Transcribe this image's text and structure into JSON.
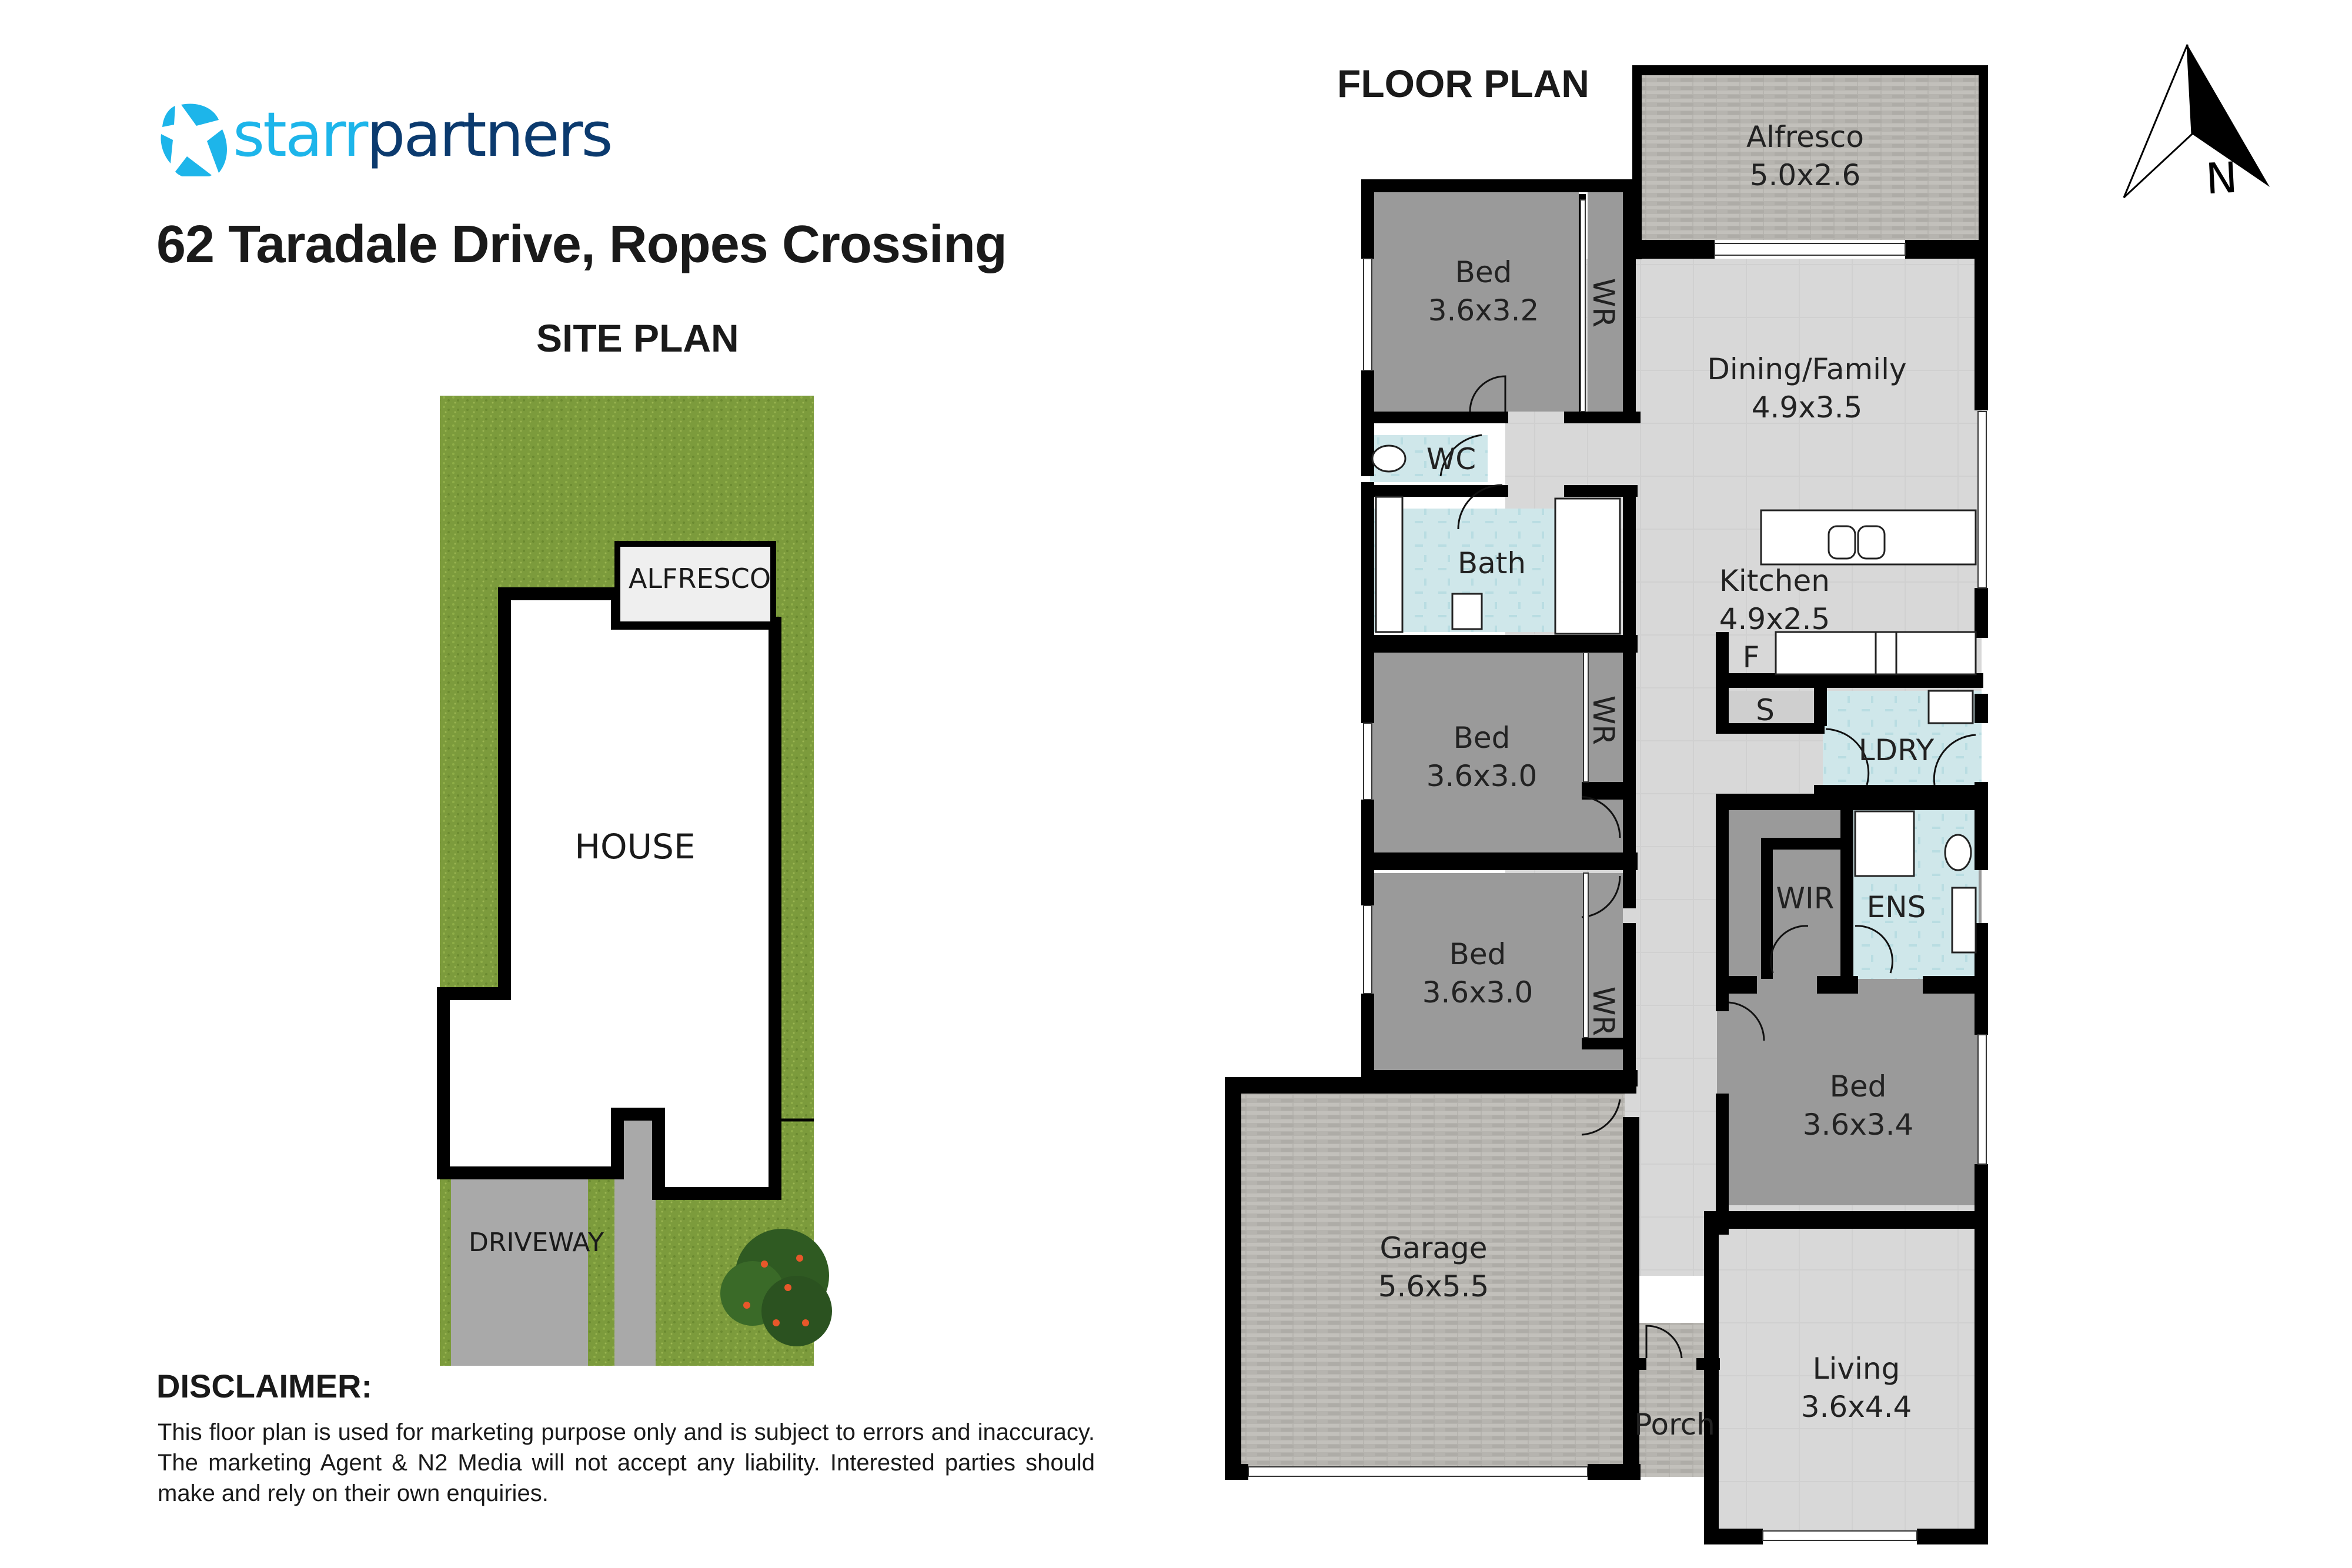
{
  "brand": {
    "name_part1": "starr",
    "name_part2": "partners",
    "colors": {
      "light_blue": "#1db5ea",
      "dark_blue": "#0b3a6e"
    }
  },
  "header": {
    "title": "62 Taradale Drive, Ropes Crossing"
  },
  "site_plan": {
    "heading": "SITE PLAN",
    "labels": {
      "alfresco": "ALFRESCO",
      "house": "HOUSE",
      "driveway": "DRIVEWAY"
    },
    "colors": {
      "grass": "#7a9a3a",
      "driveway": "#a9a9a9",
      "alfresco": "#efefef",
      "house": "#ffffff"
    }
  },
  "floor_plan": {
    "heading": "FLOOR PLAN",
    "rooms": [
      {
        "name": "Alfresco",
        "dims": "5.0x2.6"
      },
      {
        "name": "Bed",
        "dims": "3.6x3.2"
      },
      {
        "name": "Dining/Family",
        "dims": "4.9x3.5"
      },
      {
        "name": "Kitchen",
        "dims": "4.9x2.5"
      },
      {
        "name": "Bed",
        "dims": "3.6x3.0"
      },
      {
        "name": "Bed",
        "dims": "3.6x3.0"
      },
      {
        "name": "Bed",
        "dims": "3.6x3.4"
      },
      {
        "name": "Garage",
        "dims": "5.6x5.5"
      },
      {
        "name": "Living",
        "dims": "3.6x4.4"
      },
      {
        "name": "Porch",
        "dims": ""
      }
    ],
    "small_labels": {
      "wc": "WC",
      "bath": "Bath",
      "wr": "WR",
      "fridge": "F",
      "storage": "S",
      "laundry": "LDRY",
      "wir": "WIR",
      "ensuite": "ENS"
    },
    "colors": {
      "wall": "#000000",
      "bedroom": "#9a9a9a",
      "living_tile": "#d6d6d6",
      "wet_area": "#cfe8ea",
      "paving": "#b5b3ae"
    }
  },
  "compass": {
    "label": "N"
  },
  "disclaimer": {
    "heading": "DISCLAIMER:",
    "body": "This floor plan is used for marketing purpose only and is subject to errors and inaccuracy. The marketing Agent & N2 Media will not accept any liability. Interested parties should make and rely on their own enquiries."
  }
}
